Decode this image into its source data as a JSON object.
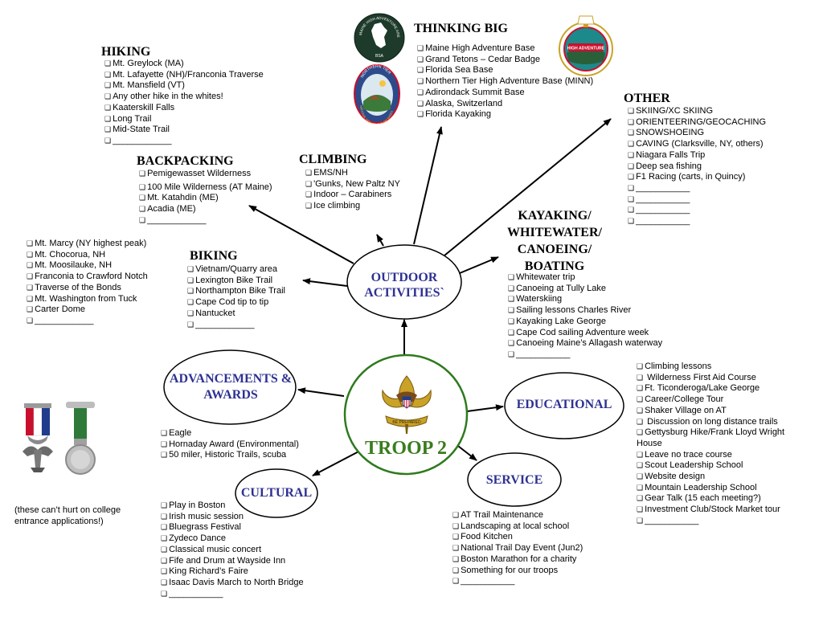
{
  "center": {
    "title": "TROOP 2",
    "outdoor": "OUTDOOR ACTIVITIES`",
    "advancements": "ADVANCEMENTS & AWARDS",
    "educational": "EDUCATIONAL",
    "service": "SERVICE",
    "cultural": "CULTURAL"
  },
  "checkbox_glyph": "❑",
  "thinking_big": {
    "title": "THINKING BIG",
    "items": [
      "Maine High Adventure Base",
      "Grand Tetons – Cedar Badge",
      "Florida Sea Base",
      "Northern Tier High Adventure Base (MINN)",
      "Adirondack Summit Base",
      "Alaska, Switzerland",
      "Florida Kayaking"
    ]
  },
  "hiking": {
    "title": "HIKING",
    "items": [
      "Mt. Greylock (MA)",
      "Mt. Lafayette (NH)/Franconia Traverse",
      "Mt. Mansfield (VT)",
      "Any other hike in the whites!",
      "Kaaterskill Falls",
      "Long Trail",
      "Mid-State Trail",
      "____________"
    ]
  },
  "backpacking": {
    "title": "BACKPACKING",
    "items": [
      "Pemigewasset Wilderness",
      "100 Mile Wilderness (AT Maine)",
      "Mt. Katahdin (ME)",
      "Acadia (ME)",
      "____________"
    ]
  },
  "climbing": {
    "title": "CLIMBING",
    "items": [
      "EMS/NH",
      "'Gunks, New Paltz NY",
      "Indoor – Carabiners",
      "Ice climbing"
    ]
  },
  "other": {
    "title": "OTHER",
    "items": [
      "SKIING/XC SKIING",
      "ORIENTEERING/GEOCACHING",
      "SNOWSHOEING",
      "CAVING (Clarksville, NY, others)",
      "Niagara Falls Trip",
      "Deep sea fishing",
      "F1 Racing (carts, in Quincy)",
      "___________",
      "___________",
      "___________",
      "___________"
    ]
  },
  "hiking_extra": {
    "items": [
      "Mt. Marcy (NY highest peak)",
      "Mt. Chocorua, NH",
      "Mt. Moosilauke, NH",
      "Franconia to Crawford Notch",
      "Traverse of the Bonds",
      "Mt. Washington from Tuck",
      "Carter Dome",
      "____________"
    ]
  },
  "biking": {
    "title": "BIKING",
    "items": [
      "Vietnam/Quarry area",
      "Lexington Bike Trail",
      "Northampton Bike Trail",
      "Cape Cod tip to tip",
      "Nantucket",
      "____________"
    ]
  },
  "kayaking": {
    "title_lines": [
      "KAYAKING/",
      "WHITEWATER/",
      "CANOEING/",
      "BOATING"
    ],
    "items": [
      "Whitewater trip",
      "Canoeing at Tully Lake",
      "Waterskiing",
      "Sailing lessons Charles River",
      "Kayaking Lake George",
      "Cape Cod sailing Adventure week",
      "Canoeing Maine’s Allagash waterway",
      "___________"
    ]
  },
  "educational_list": {
    "items": [
      "Climbing lessons",
      " Wilderness First Aid Course",
      "Ft. Ticonderoga/Lake George",
      "Career/College Tour",
      "Shaker Village on AT",
      " Discussion on long distance trails",
      "Gettysburg Hike/Frank Lloyd Wright House",
      "Leave no trace course",
      "Scout Leadership School",
      "Website design",
      "Mountain Leadership School",
      "Gear Talk (15 each meeting?)",
      "Investment Club/Stock Market tour",
      "___________"
    ]
  },
  "advancements_list": {
    "items": [
      "Eagle",
      "Hornaday Award (Environmental)",
      "50 miler, Historic Trails, scuba"
    ]
  },
  "note": "(these can’t hurt on college entrance applications!)",
  "cultural_list": {
    "items": [
      "Play in Boston",
      "Irish music session",
      "Bluegrass Festival",
      "Zydeco Dance",
      "Classical music concert",
      "Fife and Drum at Wayside Inn",
      "King Richard’s Faire",
      "Isaac Davis March to North Bridge",
      "___________"
    ]
  },
  "service_list": {
    "items": [
      "AT Trail Maintenance",
      "Landscaping at local school",
      "Food Kitchen",
      "National Trail Day Event (Jun2)",
      "Boston Marathon for a charity",
      "Something for our troops",
      "___________"
    ]
  },
  "patches": {
    "maine_top": "MAINE HIGH ADVENTURE AREA",
    "maine_bottom": "BSA",
    "northern_tier_top": "NORTHERN TIER",
    "northern_tier_bottom": "NATIONAL HIGH ADVENTURE BASES",
    "philmont_banner": "HIGH ADVENTURE",
    "troop_emblem_motto": "BE PREPARED"
  },
  "colors": {
    "ellipse_text": "#2e3192",
    "troop_green": "#2f7a1f",
    "troop_title": "#3a7d1e"
  }
}
